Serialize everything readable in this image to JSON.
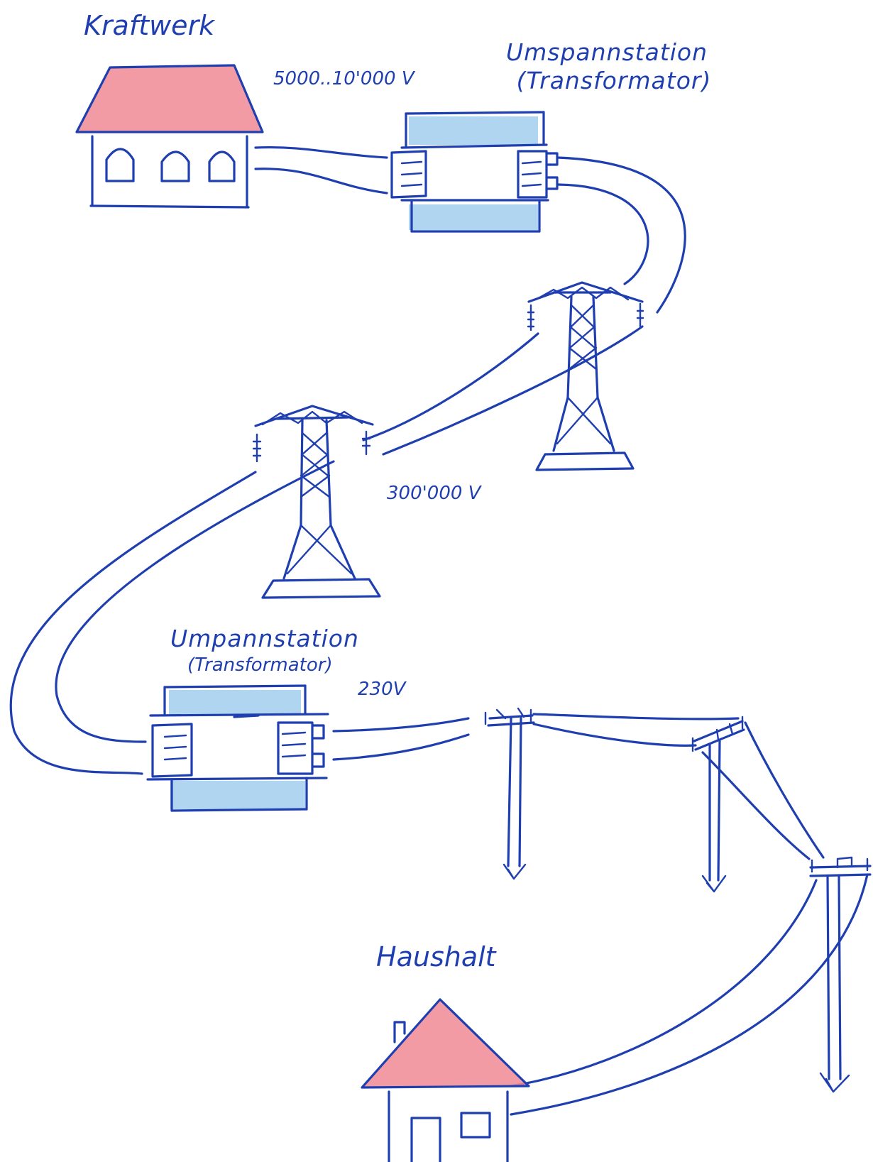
{
  "labels": {
    "power_plant": "Kraftwerk",
    "plant_voltage": "5000..10'000 V",
    "substation_1_title": "Umspannstation",
    "substation_1_subtitle": "(Transformator)",
    "line_voltage": "300'000 V",
    "substation_2_title": "Umpannstation",
    "substation_2_subtitle": "(Transformator)",
    "household_voltage": "230V",
    "household": "Haushalt"
  },
  "colors": {
    "ink": "#1f3fb0",
    "roof": "#f08a94",
    "transformer_core": "#8fc3ea"
  }
}
